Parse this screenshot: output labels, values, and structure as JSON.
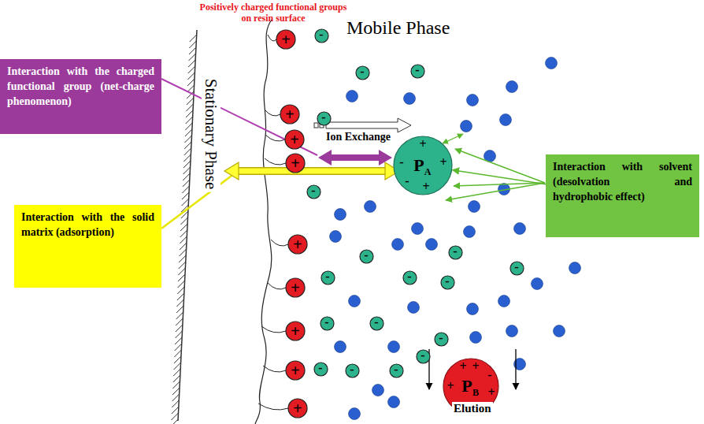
{
  "diagram": {
    "nodes": [
      {
        "text": [
          "Interaction with the charged functional group (net-charge phenomenon)"
        ]
      },
      {
        "text": [
          "+",
          "-",
          "P",
          "A",
          "+",
          "-",
          "+"
        ]
      },
      {
        "text": [
          "Interaction with solvent (desolvation and hydrophobic effect)"
        ]
      },
      {
        "text": [
          "Interaction with the solid matrix (adsorption)"
        ]
      },
      {
        "text": [
          "+",
          "+",
          "-",
          "+",
          "P",
          "B",
          "+",
          "-"
        ]
      },
      {
        "text": [
          "+"
        ]
      },
      {
        "text": [
          "+"
        ]
      },
      {
        "text": [
          "+"
        ]
      },
      {
        "text": [
          "+"
        ]
      },
      {
        "text": [
          "+"
        ]
      },
      {
        "text": [
          "+"
        ]
      },
      {
        "text": [
          "+"
        ]
      },
      {
        "text": [
          "+"
        ]
      },
      {
        "text": [
          "+"
        ]
      },
      {
        "text": [
          "-"
        ]
      },
      {
        "text": [
          "-"
        ]
      },
      {
        "text": [
          "-"
        ]
      },
      {
        "text": [
          "-"
        ]
      },
      {
        "text": [
          "-"
        ]
      },
      {
        "text": [
          "-"
        ]
      },
      {
        "text": [
          "-"
        ]
      },
      {
        "text": [
          "-"
        ]
      },
      {
        "text": [
          "-"
        ]
      },
      {
        "text": [
          "-"
        ]
      },
      {
        "text": [
          "-"
        ]
      },
      {
        "text": [
          "-"
        ]
      },
      {
        "text": [
          "-"
        ]
      },
      {
        "text": [
          "-"
        ]
      },
      {
        "text": [
          "-"
        ]
      },
      {
        "text": [
          "-"
        ]
      },
      {
        "text": [
          "-"
        ]
      },
      {
        "text": [
          "-"
        ]
      }
    ],
    "edges": [
      {
        "from": 2,
        "to": 1,
        "arrow": "to"
      }
    ],
    "labels": [
      "Positively charged functional groups on resin surface",
      "Mobile Phase",
      "Stationary Phase",
      "Ion Exchange",
      "Elution"
    ]
  }
}
